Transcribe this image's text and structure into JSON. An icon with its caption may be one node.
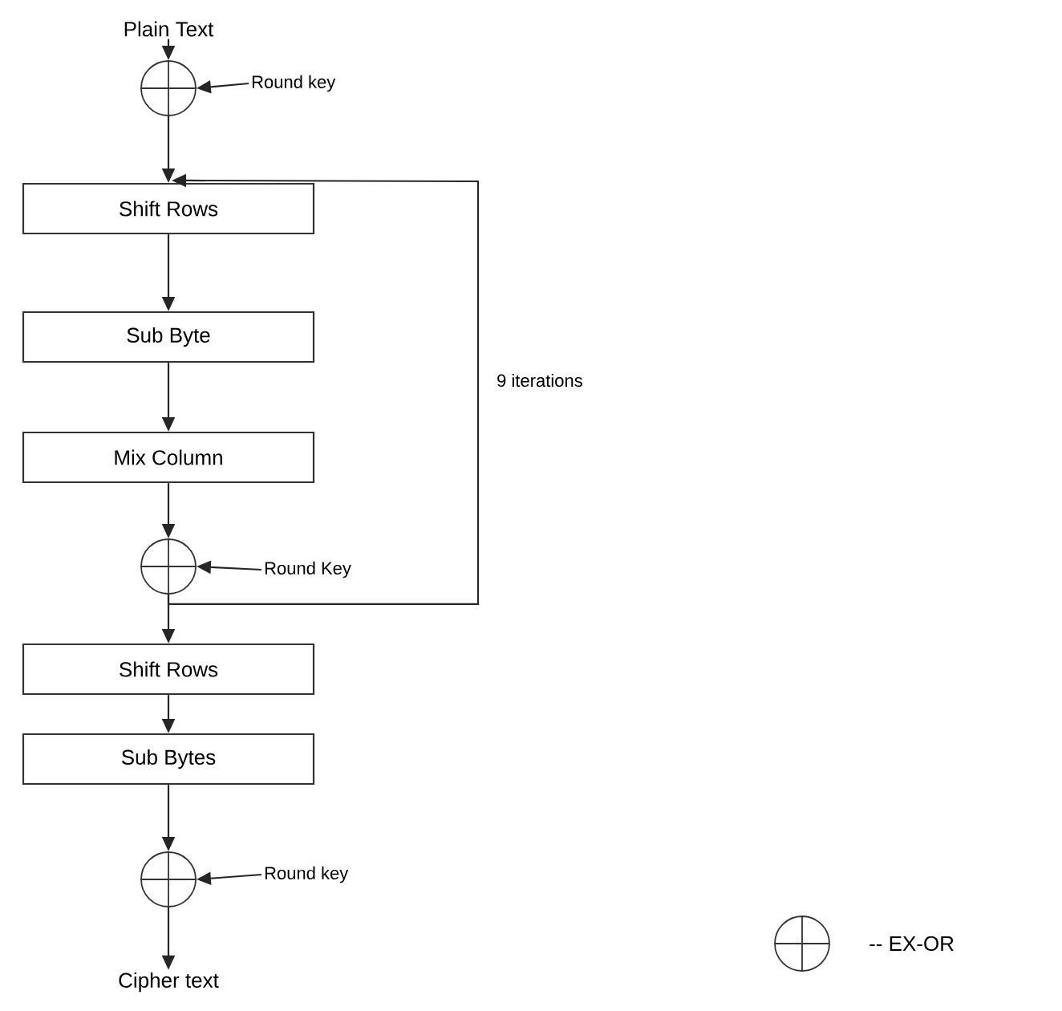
{
  "diagram": {
    "nodes": [
      {
        "text": [
          "Plain Text"
        ]
      },
      {
        "text": [],
        "shape": "circle"
      },
      {
        "text": [
          "Round key"
        ]
      },
      {
        "text": [
          "Shift Rows"
        ]
      },
      {
        "text": [
          "Sub Byte"
        ]
      },
      {
        "text": [
          "Mix Column"
        ]
      },
      {
        "text": [],
        "shape": "circle"
      },
      {
        "text": [
          "Round Key"
        ]
      },
      {
        "text": [
          "Shift Rows"
        ]
      },
      {
        "text": [
          "Sub Bytes"
        ]
      },
      {
        "text": [],
        "shape": "circle"
      },
      {
        "text": [
          "Round key"
        ]
      },
      {
        "text": [
          "Cipher text"
        ]
      }
    ],
    "edges": [
      {
        "from": 0,
        "to": 1,
        "arrow": "to"
      },
      {
        "from": 2,
        "to": 1,
        "arrow": "to"
      },
      {
        "from": 1,
        "to": 3,
        "arrow": "to"
      },
      {
        "from": 3,
        "to": 4,
        "arrow": "to"
      },
      {
        "from": 4,
        "to": 5,
        "arrow": "to"
      },
      {
        "from": 5,
        "to": 6,
        "arrow": "to"
      },
      {
        "from": 7,
        "to": 6,
        "arrow": "to"
      },
      {
        "from": 6,
        "to": 8,
        "arrow": "to"
      },
      {
        "from": 6,
        "to": 3,
        "arrow": "to",
        "label": "9 iterations"
      },
      {
        "from": 8,
        "to": 9,
        "arrow": "to"
      },
      {
        "from": 9,
        "to": 10,
        "arrow": "to"
      },
      {
        "from": 11,
        "to": 10,
        "arrow": "to"
      },
      {
        "from": 10,
        "to": 12,
        "arrow": "to"
      }
    ],
    "legend": [
      {
        "text": "-- EX-OR"
      }
    ]
  }
}
